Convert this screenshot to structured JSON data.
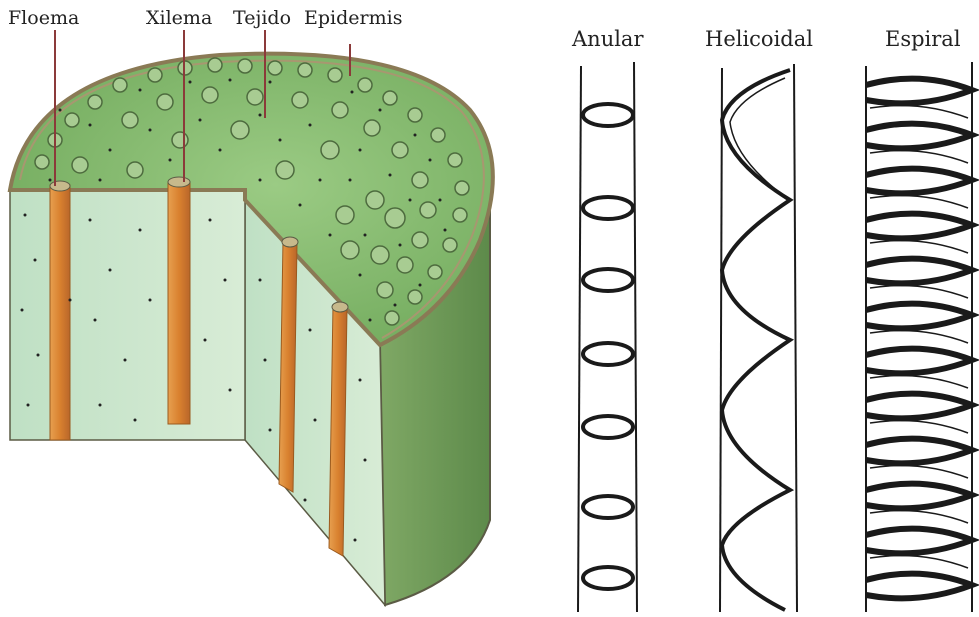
{
  "stem_labels": {
    "floema": "Floema",
    "xilema": "Xilema",
    "tejido": "Tejido",
    "epidermis": "Epidermis"
  },
  "vessel_labels": {
    "anular": "Anular",
    "helicoidal": "Helicoidal",
    "espiral": "Espiral"
  },
  "colors": {
    "epidermis": "#8a7a55",
    "tissue_top": "#8fc07a",
    "tissue_side": "#c9e3c8",
    "tissue_dark": "#6d9a56",
    "bundle": "#d98a3a",
    "bundle_edge": "#9a5a1e",
    "leader": "#8b3a3a",
    "ink": "#1a1a1a"
  }
}
